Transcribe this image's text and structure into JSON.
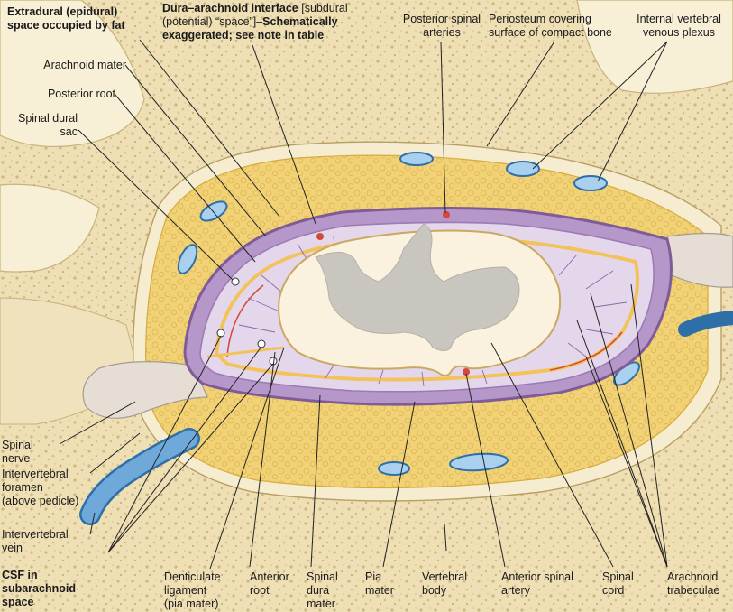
{
  "colors": {
    "bone": "#eedfb5",
    "bone_dark": "#c9b27a",
    "fat": "#f1d277",
    "fat_dark": "#d7ab3c",
    "dura": "#b697c9",
    "dura_dark": "#7f5c98",
    "white_matter": "#faf2df",
    "gray_matter": "#c9c5bf",
    "vein": "#4f93cc",
    "vein_light": "#a9d0ee",
    "artery": "#d3483d",
    "leader": "#222222"
  },
  "labels": {
    "extradural": {
      "bold": "Extradural (epidural)\nspace occupied by fat"
    },
    "dura_arachnoid": {
      "part1": "Dura–arachnoid interface",
      "part2": " [subdural\n(potential) “space”]–",
      "part3": "Schematically\nexaggerated; see note in table"
    },
    "posterior_spinal_arteries": "Posterior spinal\narteries",
    "periosteum": "Periosteum covering\nsurface of compact bone",
    "internal_venous_plexus": "Internal vertebral\nvenous plexus",
    "arachnoid_mater": "Arachnoid mater",
    "posterior_root": "Posterior root",
    "spinal_dural_sac": "Spinal dural\nsac",
    "spinal_nerve": "Spinal\nnerve",
    "intervertebral_foramen": "Intervertebral\nforamen\n(above pedicle)",
    "intervertebral_vein": "Intervertebral\nvein",
    "csf": "CSF in\nsubarachnoid\nspace",
    "denticulate_ligament": "Denticulate\nligament\n(pia mater)",
    "anterior_root": "Anterior\nroot",
    "spinal_dura_mater": "Spinal\ndura\nmater",
    "pia_mater": "Pia\nmater",
    "vertebral_body": "Vertebral\nbody",
    "anterior_spinal_artery": "Anterior spinal\nartery",
    "spinal_cord": "Spinal\ncord",
    "arachnoid_trabeculae": "Arachnoid\ntrabeculae"
  }
}
